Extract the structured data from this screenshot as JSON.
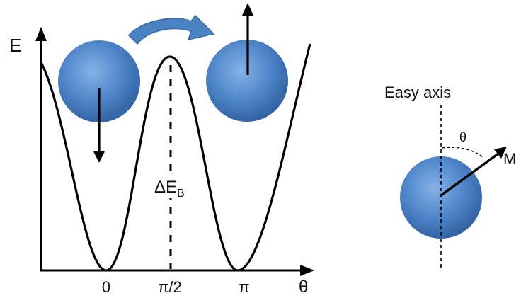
{
  "energy_diagram": {
    "y_axis_label": "E",
    "x_axis_label": "θ",
    "tick_labels": [
      "0",
      "π/2",
      "π"
    ],
    "barrier_label_main": "ΔE",
    "barrier_label_sub": "B"
  },
  "particle_diagram": {
    "easy_axis_label": "Easy axis",
    "angle_label": "θ",
    "moment_label": "M"
  },
  "colors": {
    "sphere_light": "#7aa7de",
    "sphere_mid": "#4a7fc4",
    "sphere_dark": "#2f5d9c",
    "flip_arrow": "#4a82c2",
    "line": "#000000"
  }
}
